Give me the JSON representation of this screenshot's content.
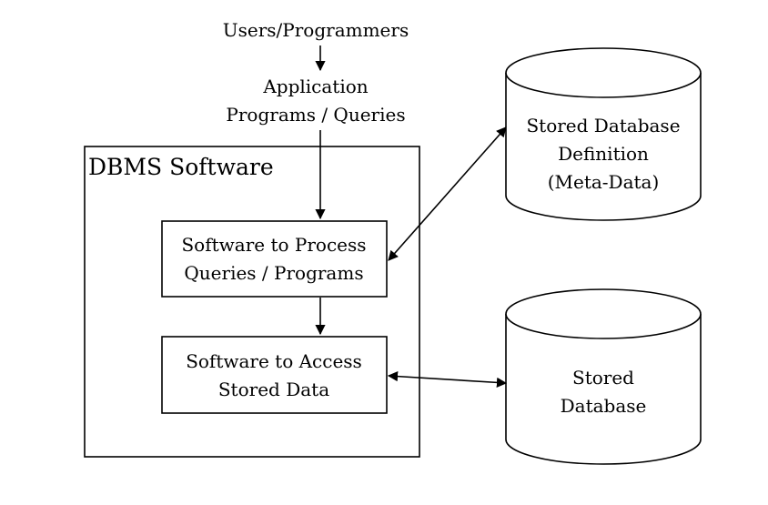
{
  "diagram": {
    "top_label": "Users/Programmers",
    "app_label": {
      "line1": "Application",
      "line2": "Programs / Queries"
    },
    "dbms": {
      "title": "DBMS Software",
      "process_box": {
        "line1": "Software to Process",
        "line2": "Queries / Programs"
      },
      "access_box": {
        "line1": "Software to Access",
        "line2": "Stored Data"
      }
    },
    "meta_db": {
      "line1": "Stored Database",
      "line2": "Definition",
      "line3": "(Meta-Data)"
    },
    "stored_db": {
      "line1": "Stored",
      "line2": "Database"
    },
    "stroke_color": "#000000",
    "background_color": "#ffffff"
  }
}
